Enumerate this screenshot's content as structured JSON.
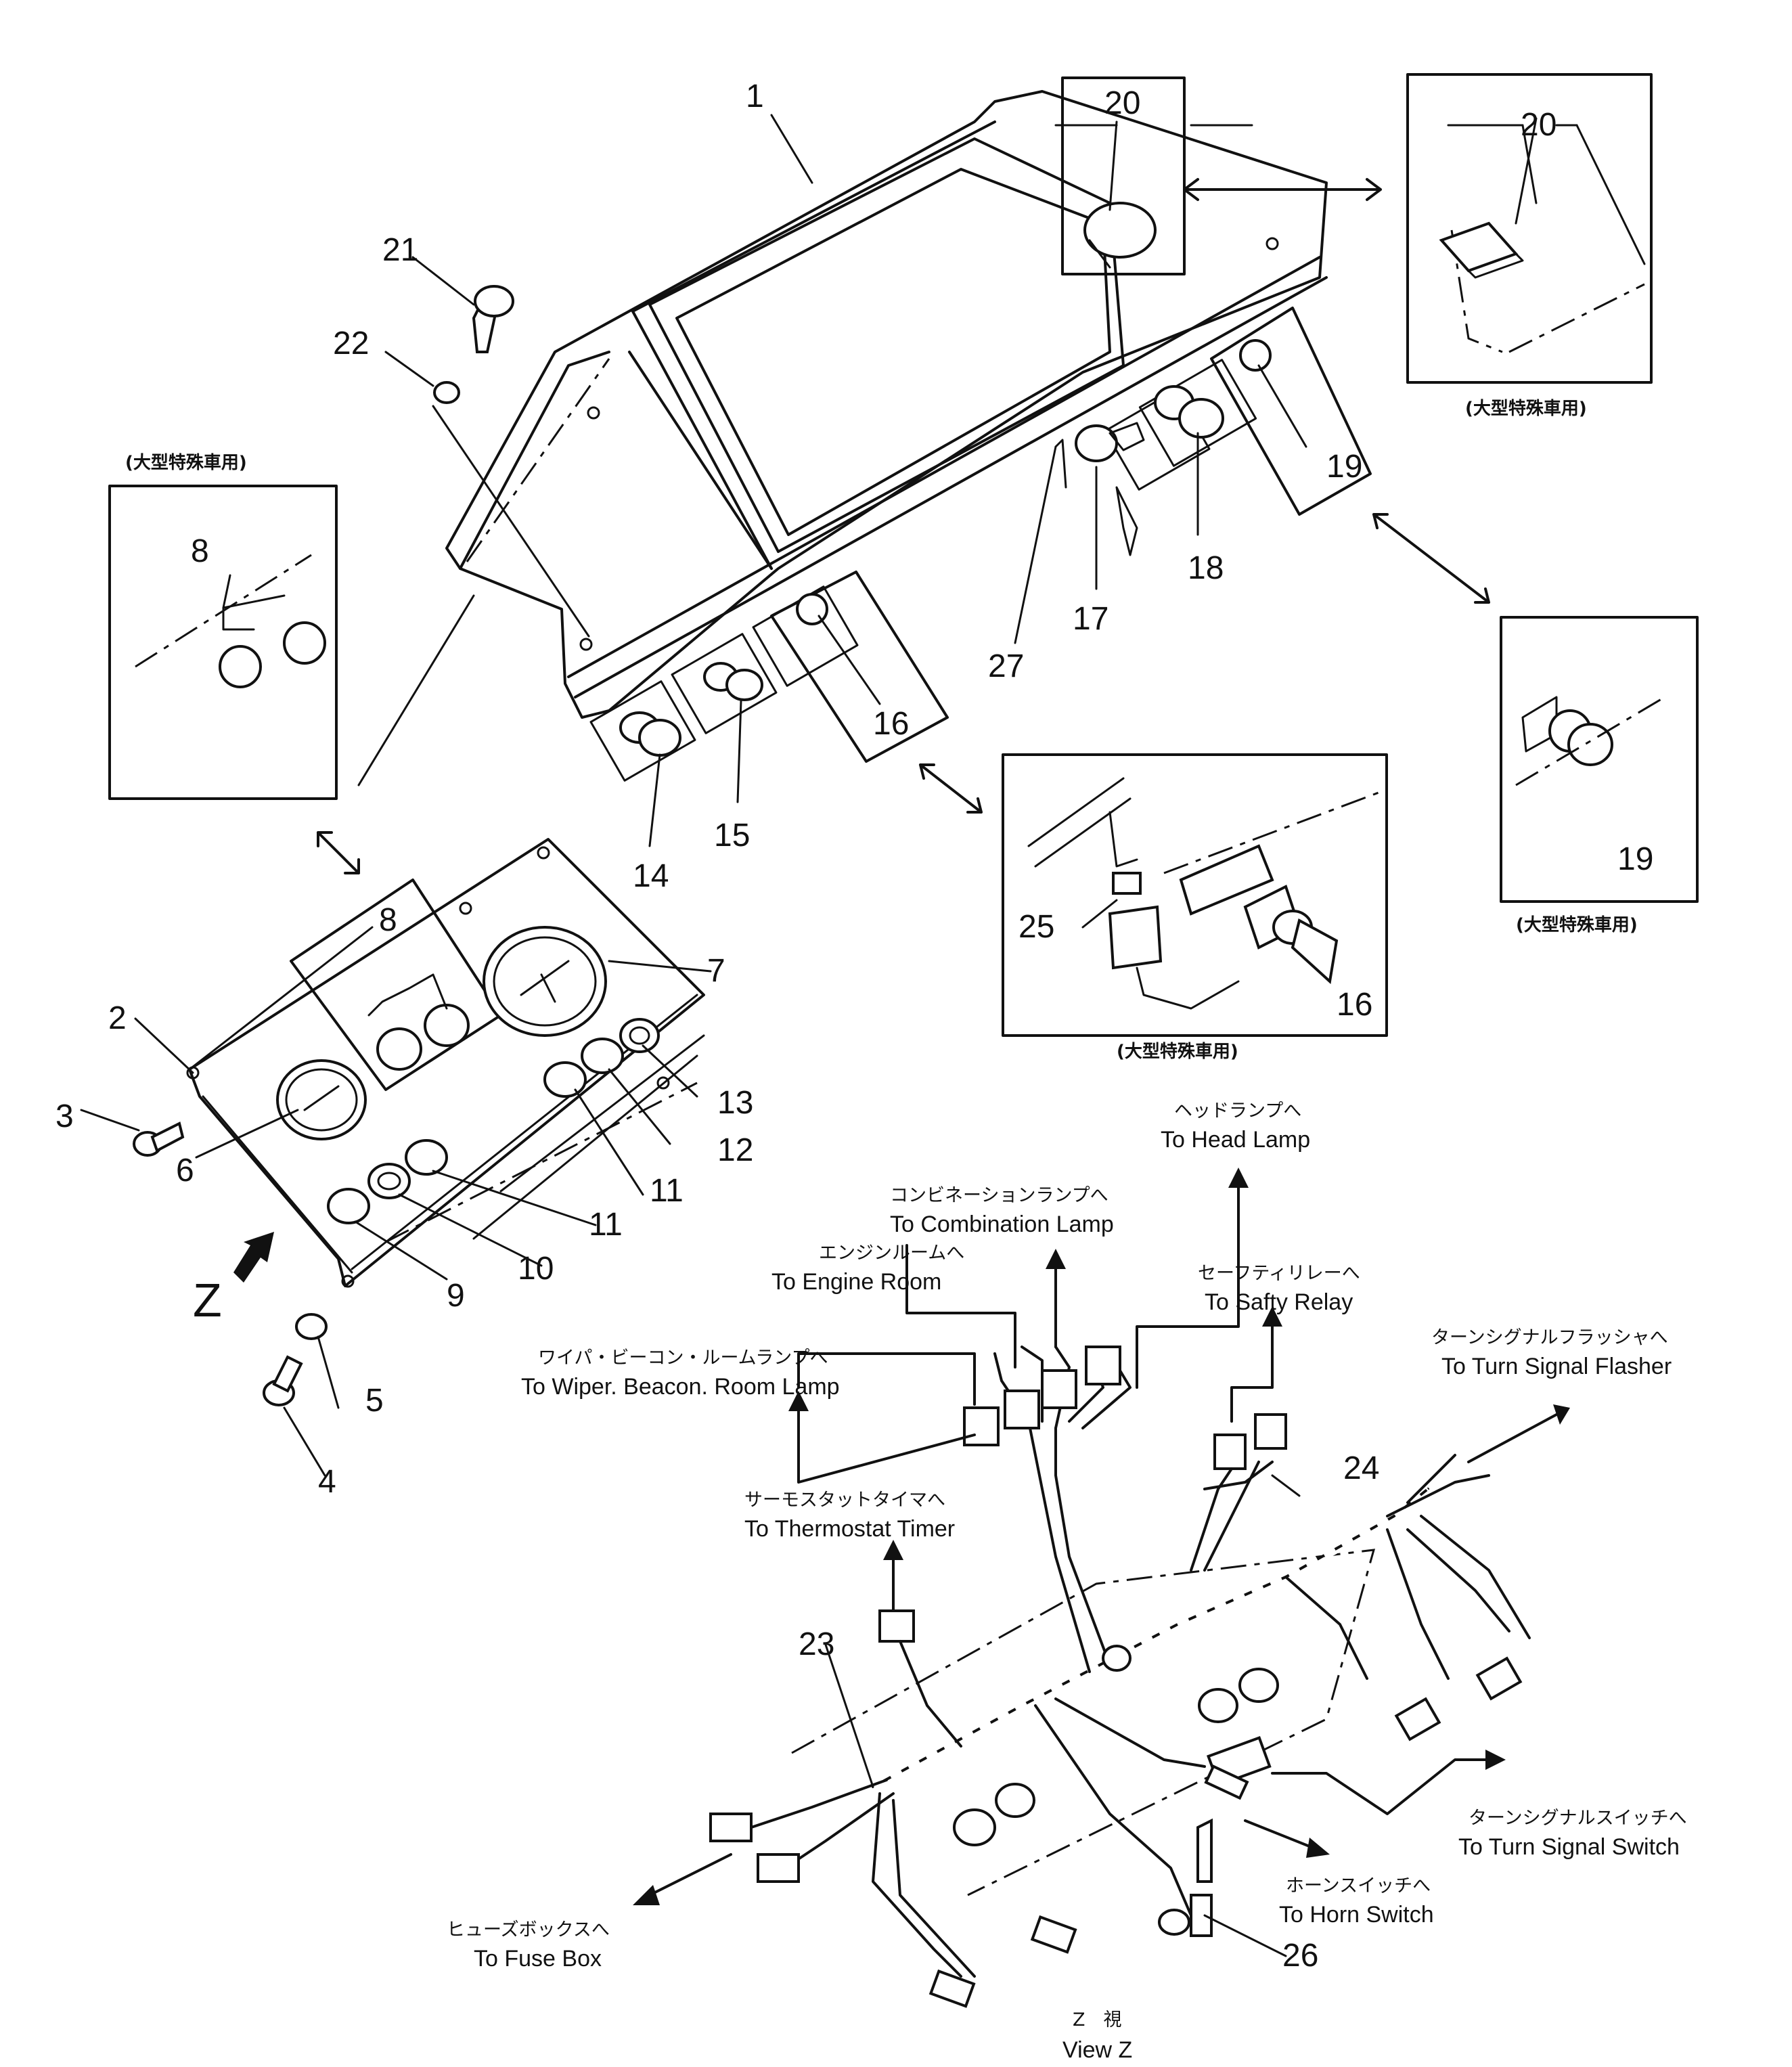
{
  "parts": {
    "p1": "1",
    "p2": "2",
    "p3": "3",
    "p4": "4",
    "p5": "5",
    "p6": "6",
    "p7": "7",
    "p8": "8",
    "p9": "9",
    "p10": "10",
    "p11": "11",
    "p12": "12",
    "p13": "13",
    "p14": "14",
    "p15": "15",
    "p16": "16",
    "p17": "17",
    "p18": "18",
    "p19": "19",
    "p20": "20",
    "p21": "21",
    "p22": "22",
    "p23": "23",
    "p24": "24",
    "p25": "25",
    "p26": "26",
    "p27": "27"
  },
  "notes": {
    "large_special": "(大型特殊車用)",
    "z_arrow": "Z",
    "view_z_jp": "Z　視",
    "view_z_en": "View Z"
  },
  "destinations": {
    "head_lamp": {
      "jp": "ヘッドランプへ",
      "en": "To Head Lamp"
    },
    "combination_lamp": {
      "jp": "コンビネーションランプへ",
      "en": "To Combination Lamp"
    },
    "engine_room": {
      "jp": "エンジンルームへ",
      "en": "To Engine Room"
    },
    "safety_relay": {
      "jp": "セーフティリレーへ",
      "en": "To Safty Relay"
    },
    "wiper": {
      "jp": "ワイパ・ビーコン・ルームランプへ",
      "en": "To Wiper. Beacon. Room Lamp"
    },
    "turn_flasher": {
      "jp": "ターンシグナルフラッシャへ",
      "en": "To Turn Signal Flasher"
    },
    "thermostat": {
      "jp": "サーモスタットタイマへ",
      "en": "To Thermostat Timer"
    },
    "turn_switch": {
      "jp": "ターンシグナルスイッチへ",
      "en": "To Turn Signal Switch"
    },
    "horn_switch": {
      "jp": "ホーンスイッチへ",
      "en": "To Horn Switch"
    },
    "fuse_box": {
      "jp": "ヒューズボックスへ",
      "en": "To Fuse Box"
    }
  }
}
